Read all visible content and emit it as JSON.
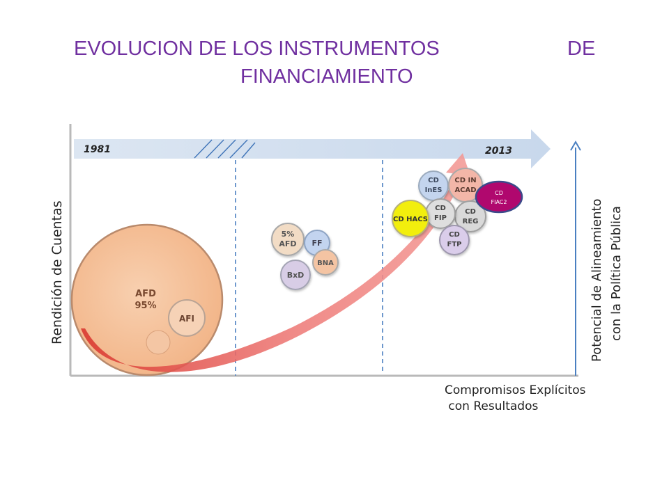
{
  "title": {
    "line1_left": "EVOLUCION DE LOS INSTRUMENTOS",
    "line1_right": "DE",
    "line2": "FINANCIAMIENTO"
  },
  "timeline": {
    "start": "1981",
    "end": "2013"
  },
  "axes": {
    "x_label_line1": "Compromisos Explícitos",
    "x_label_line2": " con Resultados",
    "y_label": "Rendición de Cuentas",
    "right_label_line1": "Potencial de Alineamiento",
    "right_label_line2": "con la Política Pública"
  },
  "instruments": {
    "afd": {
      "line1": "AFD",
      "line2": "95%"
    },
    "afi": "AFI",
    "five_afd": {
      "line1": "5%",
      "line2": "AFD"
    },
    "ff": "FF",
    "bna": "BNA",
    "bxd": "BxD",
    "cd_ines": {
      "line1": "CD",
      "line2": "InES"
    },
    "cd_in_acad": {
      "line1": "CD IN",
      "line2": "ACAD"
    },
    "cd_fiac2": {
      "line1": "CD",
      "line2": "FIAC2"
    },
    "cd_hacs": "CD HACS",
    "cd_fip": {
      "line1": "CD",
      "line2": "FIP"
    },
    "cd_reg": {
      "line1": "CD",
      "line2": "REG"
    },
    "cd_ftp": {
      "line1": "CD",
      "line2": "FTP"
    }
  },
  "colors": {
    "title": "#7030a0",
    "band": "#dae5f1",
    "divider": "#4a7fc1",
    "peach": "#f5c6a2",
    "peach_stroke": "#c8906a",
    "blue_bubble": "#c5d5ec",
    "lavender": "#dcd2ea",
    "gray": "#d6d6d6",
    "yellow": "#f2ee10",
    "magenta": "#b0086e",
    "arrow": "#e8504a"
  }
}
